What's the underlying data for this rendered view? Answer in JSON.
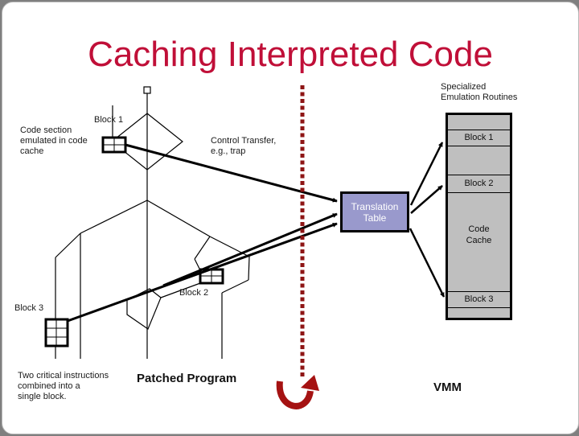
{
  "slide": {
    "title": "Caching Interpreted Code",
    "colors": {
      "title": "#c00f38",
      "dashed_arrow": "#8e1515",
      "table_fill": "#9999cc",
      "cache_fill": "#bfbfbf"
    },
    "annotations": {
      "specialized_emulation": "Specialized\nEmulation Routines",
      "code_section_note": "Code section\nemulated in code\ncache",
      "control_transfer_note": "Control Transfer,\ne.g., trap",
      "two_critical_note": "Two critical instructions\ncombined into a\nsingle block.",
      "patched_program": "Patched Program",
      "vmm": "VMM"
    },
    "program_block_labels": {
      "block1": "Block 1",
      "block2": "Block 2",
      "block3": "Block 3"
    },
    "translation_table": {
      "label": "Translation\nTable"
    },
    "code_cache": {
      "label": "Code\nCache",
      "rows": [
        "Block 1",
        "Block 2",
        "Block 3"
      ]
    }
  }
}
